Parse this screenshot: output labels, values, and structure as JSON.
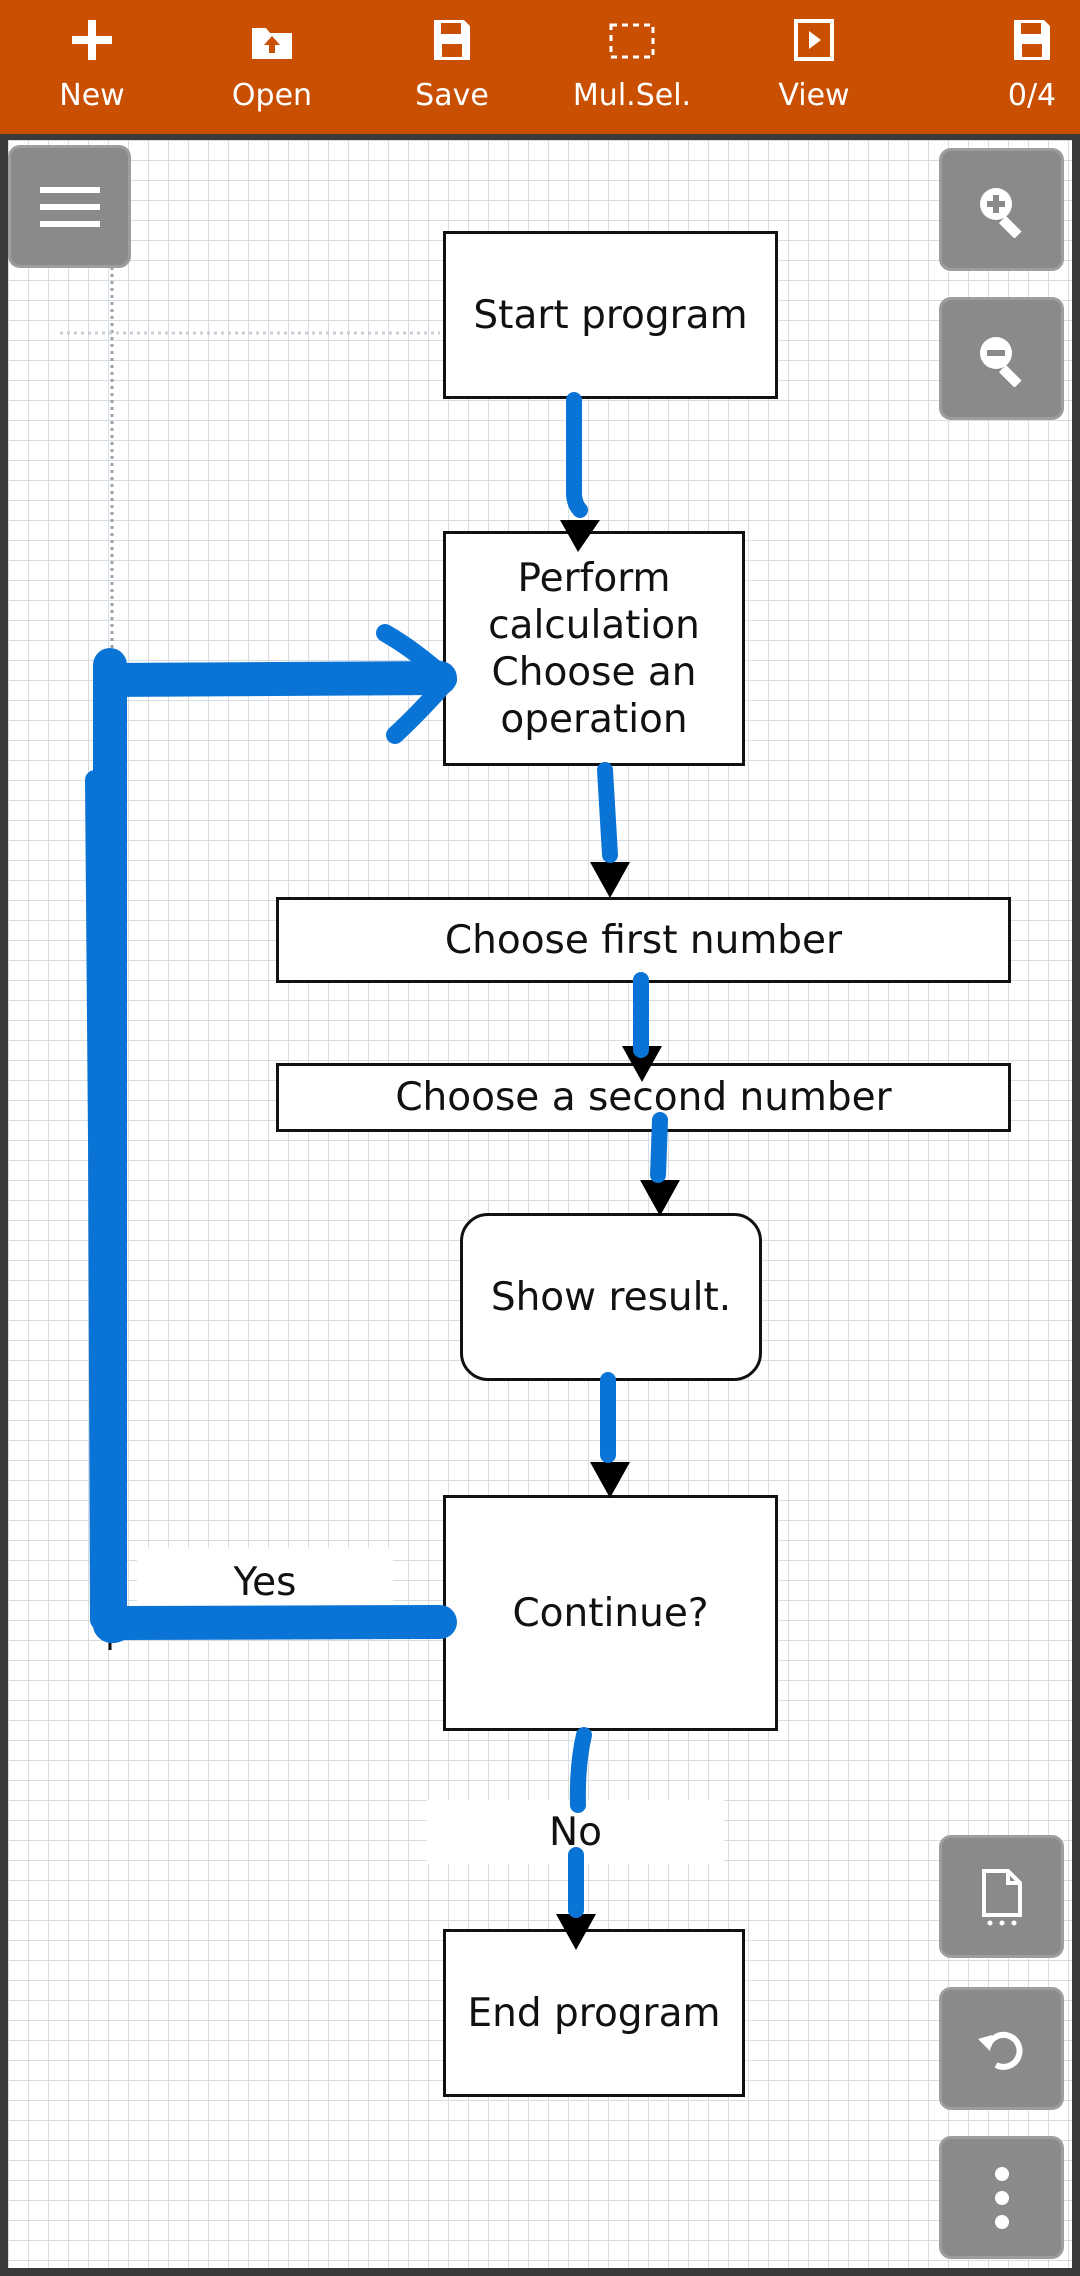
{
  "toolbar": {
    "new_label": "New",
    "open_label": "Open",
    "save_label": "Save",
    "multisel_label": "Mul.Sel.",
    "view_label": "View",
    "page_counter": "0/4"
  },
  "flowchart": {
    "start": "Start program",
    "calc_line1": "Perform",
    "calc_line2": "calculation",
    "calc_line3": "Choose an",
    "calc_line4": "operation",
    "first_number": "Choose first number",
    "second_number": "Choose a second number",
    "show_result": "Show result.",
    "continue": "Continue?",
    "yes": "Yes",
    "no": "No",
    "end": "End program"
  },
  "colors": {
    "toolbar": "#c94f02",
    "ink": "#0a74d6",
    "fab": "#8a8a8a"
  },
  "icons": {
    "menu": "menu-icon",
    "zoom_in": "zoom-in-icon",
    "zoom_out": "zoom-out-icon",
    "page": "page-icon",
    "undo": "undo-icon",
    "more": "more-vertical-icon"
  }
}
